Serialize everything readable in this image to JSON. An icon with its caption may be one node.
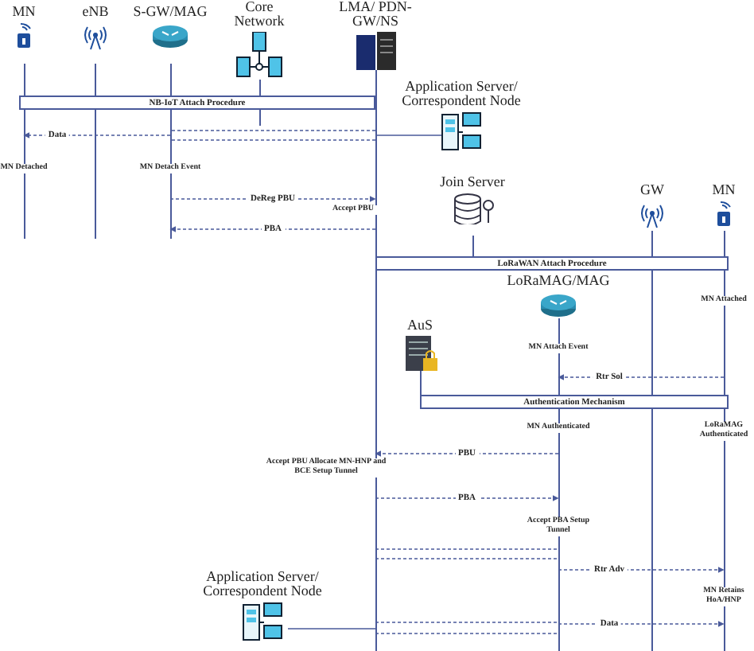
{
  "diagram": {
    "nodes": [
      {
        "text": [
          "MN"
        ]
      },
      {
        "text": [
          "eNB"
        ]
      },
      {
        "text": [
          "S-GW/MAG"
        ]
      },
      {
        "text": [
          "Core Network"
        ]
      },
      {
        "text": [
          "LMA/ PDN-GW/NS"
        ]
      },
      {
        "text": [
          "Application Server/ Correspondent Node"
        ]
      },
      {
        "text": [
          "Join Server"
        ]
      },
      {
        "text": [
          "GW"
        ]
      },
      {
        "text": [
          "MN"
        ]
      },
      {
        "text": [
          "LoRaMAG/MAG"
        ]
      },
      {
        "text": [
          "AuS"
        ]
      },
      {
        "text": [
          "Application Server/ Correspondent Node"
        ]
      },
      {
        "text": [
          "NB-IoT Attach Procedure"
        ]
      },
      {
        "text": [
          "LoRaWAN Attach Procedure"
        ]
      },
      {
        "text": [
          "Authentication Mechanism"
        ]
      }
    ],
    "edges": [
      {
        "from": 5,
        "to": 4,
        "arrow": "none"
      },
      {
        "from": 4,
        "to": 2,
        "arrow": "none",
        "style": "dashed"
      },
      {
        "from": 2,
        "to": 0,
        "arrow": "to",
        "style": "dashed",
        "label": "Data"
      },
      {
        "from": 2,
        "to": 4,
        "arrow": "to",
        "style": "dashed",
        "label": "DeReg PBU"
      },
      {
        "from": 4,
        "to": 2,
        "arrow": "to",
        "style": "dashed",
        "label": "PBA"
      },
      {
        "from": 8,
        "to": 9,
        "arrow": "to",
        "style": "dashed",
        "label": "Rtr Sol"
      },
      {
        "from": 9,
        "to": 4,
        "arrow": "to",
        "style": "dashed",
        "label": "PBU"
      },
      {
        "from": 4,
        "to": 9,
        "arrow": "to",
        "style": "dashed",
        "label": "PBA"
      },
      {
        "from": 4,
        "to": 9,
        "arrow": "none",
        "style": "dashed"
      },
      {
        "from": 9,
        "to": 8,
        "arrow": "to",
        "style": "dashed",
        "label": "Rtr Adv"
      },
      {
        "from": 11,
        "to": 4,
        "arrow": "none"
      },
      {
        "from": 4,
        "to": 9,
        "arrow": "none",
        "style": "dashed"
      },
      {
        "from": 9,
        "to": 8,
        "arrow": "to",
        "style": "dashed",
        "label": "Data"
      }
    ],
    "labels": [
      "MN Detached",
      "MN Detach Event",
      "Accept PBU",
      "MN Attached",
      "MN Attach Event",
      "MN Authenticated",
      "LoRaMAG Authenticated",
      "Accept PBU Allocate MN-HNP and BCE Setup Tunnel",
      "Accept PBA Setup Tunnel",
      "MN Retains HoA/HNP"
    ]
  }
}
